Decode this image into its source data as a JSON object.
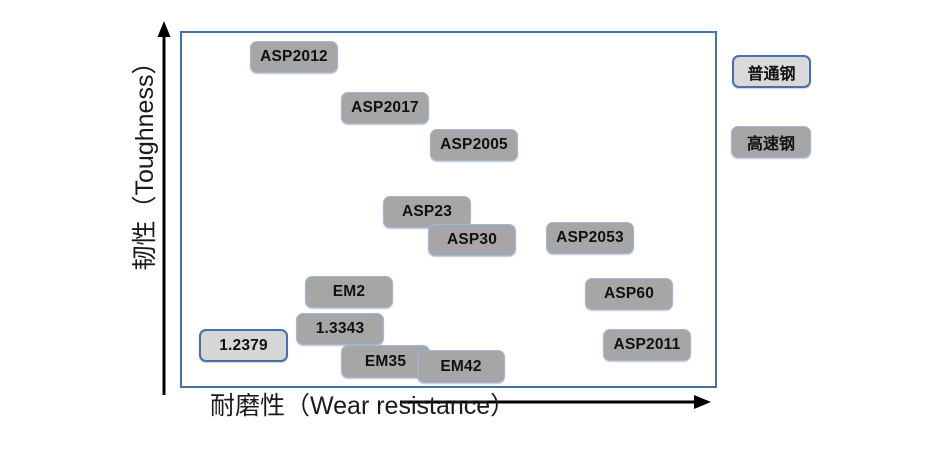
{
  "chart_data": {
    "type": "scatter",
    "title": "",
    "xlabel": "耐磨性（Wear resistance）",
    "ylabel": "韧性（Toughness）",
    "grid": false,
    "axis_style": "qualitative-arrows",
    "xlim": [
      0,
      100
    ],
    "ylim": [
      0,
      100
    ],
    "legend_position": "right-outside",
    "series": [
      {
        "name": "普通钢",
        "category_key": "plain",
        "fill_color": "#D9D9D9",
        "border_color": "#4472A8",
        "points": [
          {
            "label": "1.2379",
            "x": 4,
            "y": 14
          }
        ]
      },
      {
        "name": "高速钢",
        "category_key": "hss",
        "fill_color": "#A6A6A6",
        "border_color": "#9FB8D8",
        "points": [
          {
            "label": "ASP2012",
            "x": 14,
            "y": 93
          },
          {
            "label": "ASP2017",
            "x": 31,
            "y": 79
          },
          {
            "label": "ASP2005",
            "x": 48,
            "y": 69
          },
          {
            "label": "ASP23",
            "x": 39,
            "y": 50
          },
          {
            "label": "ASP30",
            "x": 47,
            "y": 42
          },
          {
            "label": "ASP2053",
            "x": 69,
            "y": 43
          },
          {
            "label": "EM2",
            "x": 24,
            "y": 28
          },
          {
            "label": "ASP60",
            "x": 76,
            "y": 28
          },
          {
            "label": "1.3343",
            "x": 22,
            "y": 18
          },
          {
            "label": "ASP2011",
            "x": 79,
            "y": 14
          },
          {
            "label": "EM35",
            "x": 30,
            "y": 9
          },
          {
            "label": "EM42",
            "x": 44,
            "y": 7
          }
        ]
      }
    ]
  },
  "axes": {
    "y_label": "韧性（Toughness）",
    "x_label": "耐磨性（Wear resistance）"
  },
  "legend": {
    "items": [
      {
        "label": "普通钢",
        "style": "plain"
      },
      {
        "label": "高速钢",
        "style": "hss"
      }
    ]
  },
  "nodes": {
    "asp2012": "ASP2012",
    "asp2017": "ASP2017",
    "asp2005": "ASP2005",
    "asp23": "ASP23",
    "asp30": "ASP30",
    "asp2053": "ASP2053",
    "em2": "EM2",
    "asp60": "ASP60",
    "d12379": "1.2379",
    "d13343": "1.3343",
    "asp2011": "ASP2011",
    "em35": "EM35",
    "em42": "EM42"
  },
  "colors": {
    "frame": "#4472A8",
    "hss_fill": "#A6A6A6",
    "plain_fill": "#D9D9D9",
    "axis_arrow": "#000000",
    "text": "#101010"
  }
}
